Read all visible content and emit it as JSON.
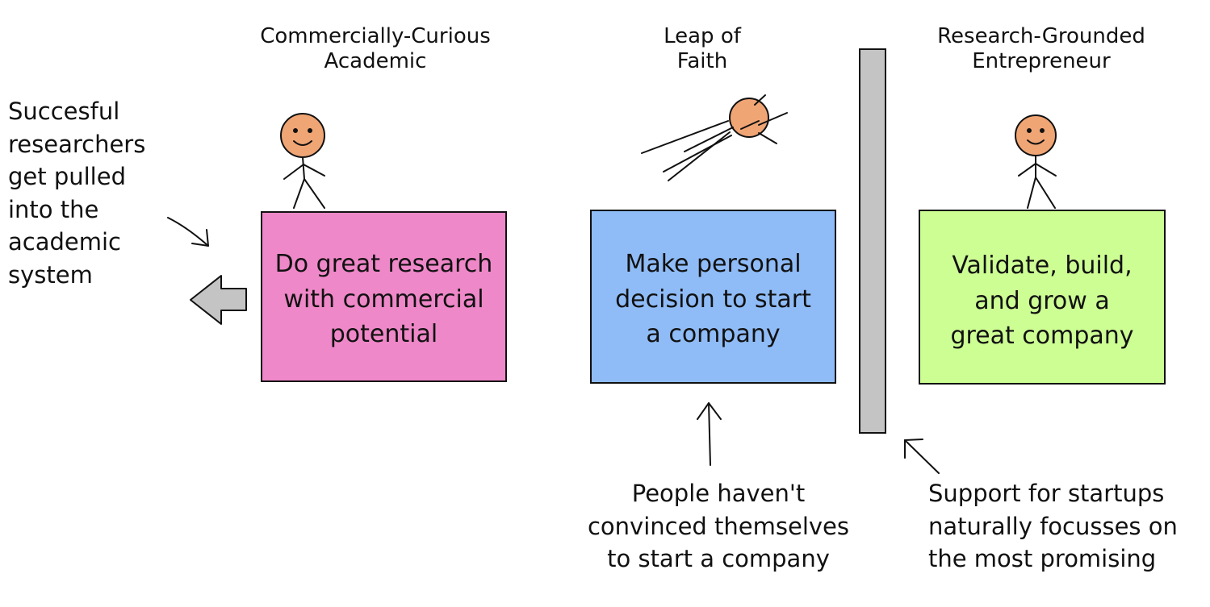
{
  "colors": {
    "box_academic": "#ee88c8",
    "box_leap": "#8fbcf7",
    "box_entrepreneur": "#cdfe94",
    "head": "#f0a575",
    "wall": "#c4c4c4",
    "arrow_fill": "#c4c4c4"
  },
  "icons": [
    "stick-figure-icon",
    "flying-figure-icon",
    "arrow-icon",
    "block-arrow-icon",
    "wall-icon"
  ],
  "columns": {
    "academic": {
      "title_line1": "Commercially-Curious",
      "title_line2": "Academic",
      "box_line1": "Do great research",
      "box_line2": "with commercial",
      "box_line3": "potential"
    },
    "leap": {
      "title_line1": "Leap of",
      "title_line2": "Faith",
      "box_line1": "Make personal",
      "box_line2": "decision to start",
      "box_line3": "a company"
    },
    "entrepreneur": {
      "title_line1": "Research-Grounded",
      "title_line2": "Entrepreneur",
      "box_line1": "Validate, build,",
      "box_line2": "and grow a",
      "box_line3": "great company"
    }
  },
  "notes": {
    "left": [
      "Succesful",
      "researchers",
      "get pulled",
      "into the",
      "academic",
      "system"
    ],
    "bottom_center": [
      "People haven't",
      "convinced themselves",
      "to start a company"
    ],
    "bottom_right": [
      "Support for startups",
      "naturally focusses on",
      "the most promising"
    ]
  }
}
